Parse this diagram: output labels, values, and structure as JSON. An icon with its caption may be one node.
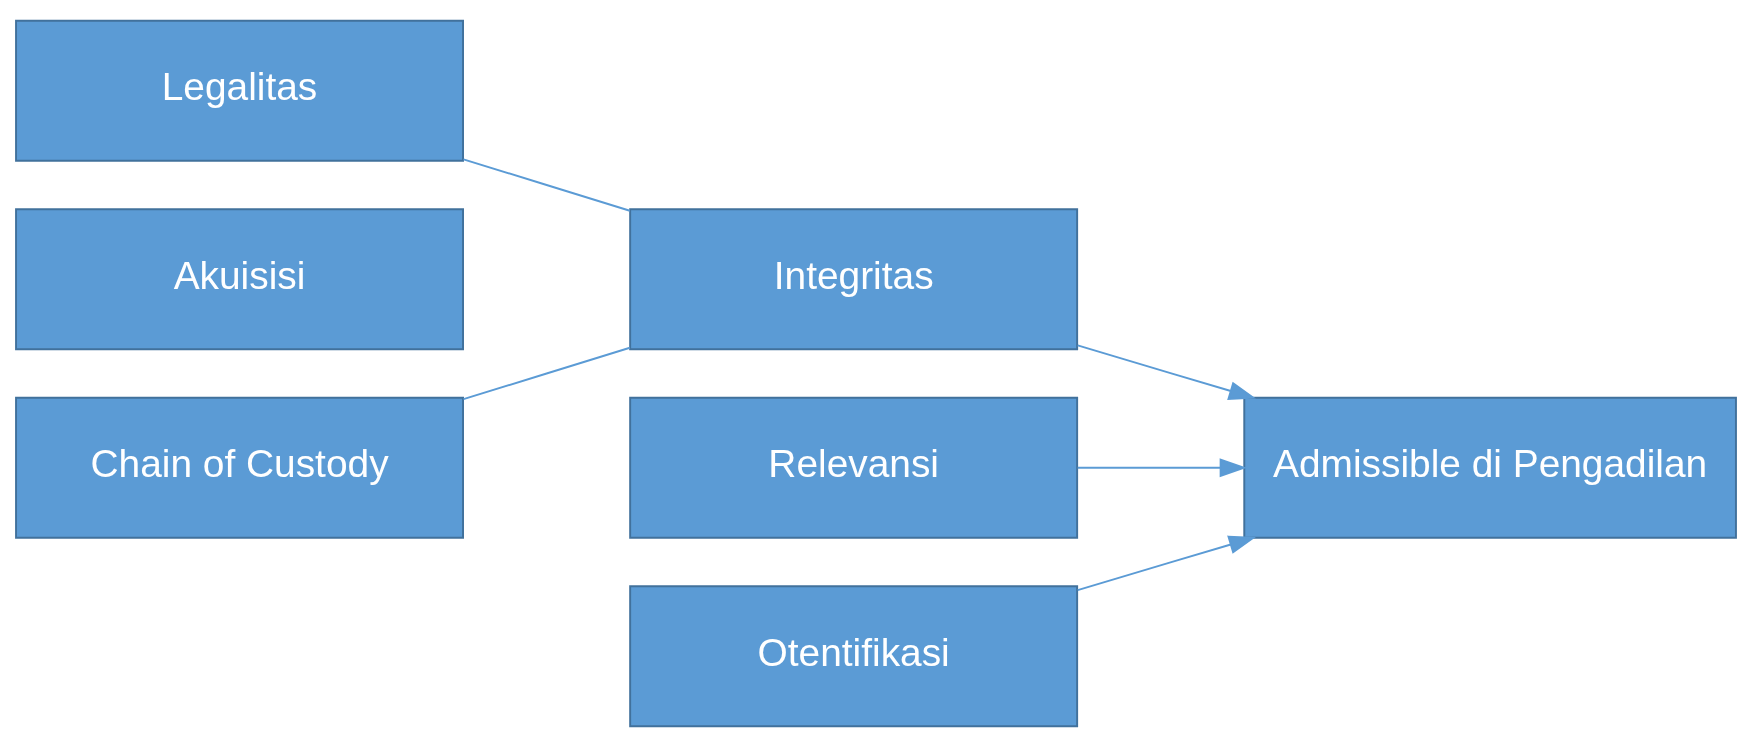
{
  "diagram": {
    "nodes": [
      {
        "text": [
          "Legalitas"
        ]
      },
      {
        "text": [
          "Akuisisi"
        ]
      },
      {
        "text": [
          "Chain of Custody"
        ]
      },
      {
        "text": [
          "Integritas"
        ]
      },
      {
        "text": [
          "Relevansi"
        ]
      },
      {
        "text": [
          "Otentifikasi"
        ]
      },
      {
        "text": [
          "Admissible di Pengadilan"
        ]
      }
    ],
    "edges": [
      {
        "from": 0,
        "to": 3,
        "arrow": "none"
      },
      {
        "from": 2,
        "to": 3,
        "arrow": "none"
      },
      {
        "from": 3,
        "to": 6,
        "arrow": "to"
      },
      {
        "from": 4,
        "to": 6,
        "arrow": "to"
      },
      {
        "from": 5,
        "to": 6,
        "arrow": "to"
      }
    ]
  }
}
